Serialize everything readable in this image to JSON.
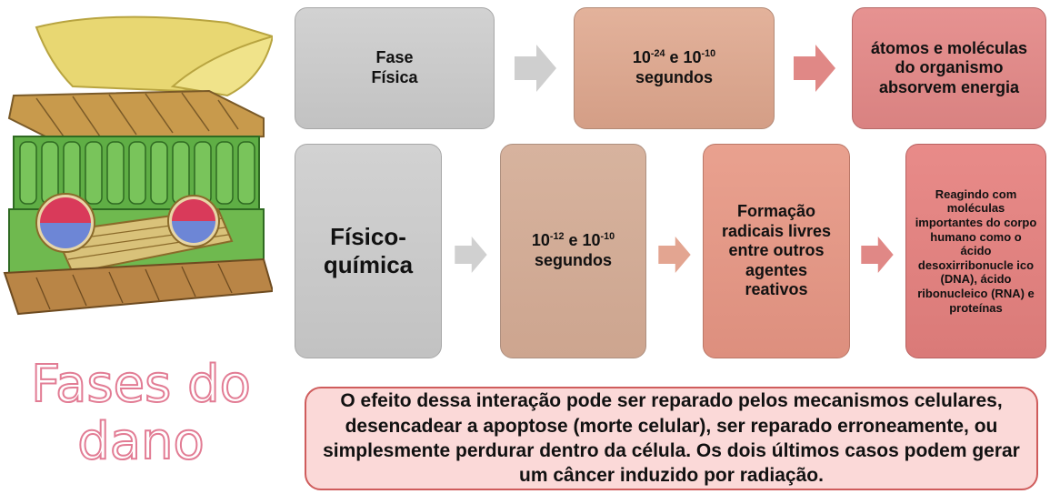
{
  "title": {
    "line1": "Fases do",
    "line2": "dano"
  },
  "row1": {
    "phase": {
      "line1": "Fase",
      "line2": "Física"
    },
    "time": {
      "prefix": "10",
      "exp1": "-24",
      "mid": " e 10",
      "exp2": "-10",
      "suffix": "segundos"
    },
    "effect": "átomos e moléculas do organismo absorvem energia"
  },
  "row2": {
    "phase": {
      "line1": "Físico-",
      "line2": "química"
    },
    "time": {
      "prefix": "10",
      "exp1": "-12",
      "mid": " e 10",
      "exp2": "-10",
      "suffix": "segundos"
    },
    "effect": "Formação radicais livres entre outros agentes reativos",
    "result": "Reagindo com moléculas importantes do corpo humano como o ácido desoxirribonucle ico (DNA), ácido ribonucleico (RNA) e proteínas"
  },
  "footer": "O efeito dessa interação pode ser reparado pelos mecanismos celulares, desencadear a apoptose (morte celular), ser reparado erroneamente, ou simplesmente perdurar dentro da célula. Os dois últimos casos podem gerar um câncer induzido por radiação.",
  "colors": {
    "grey": "#c8c8c8",
    "tan": "#dba58e",
    "rose": "#e08a89",
    "title_outline": "#e27c94",
    "footer_border": "#cf5c5c"
  }
}
